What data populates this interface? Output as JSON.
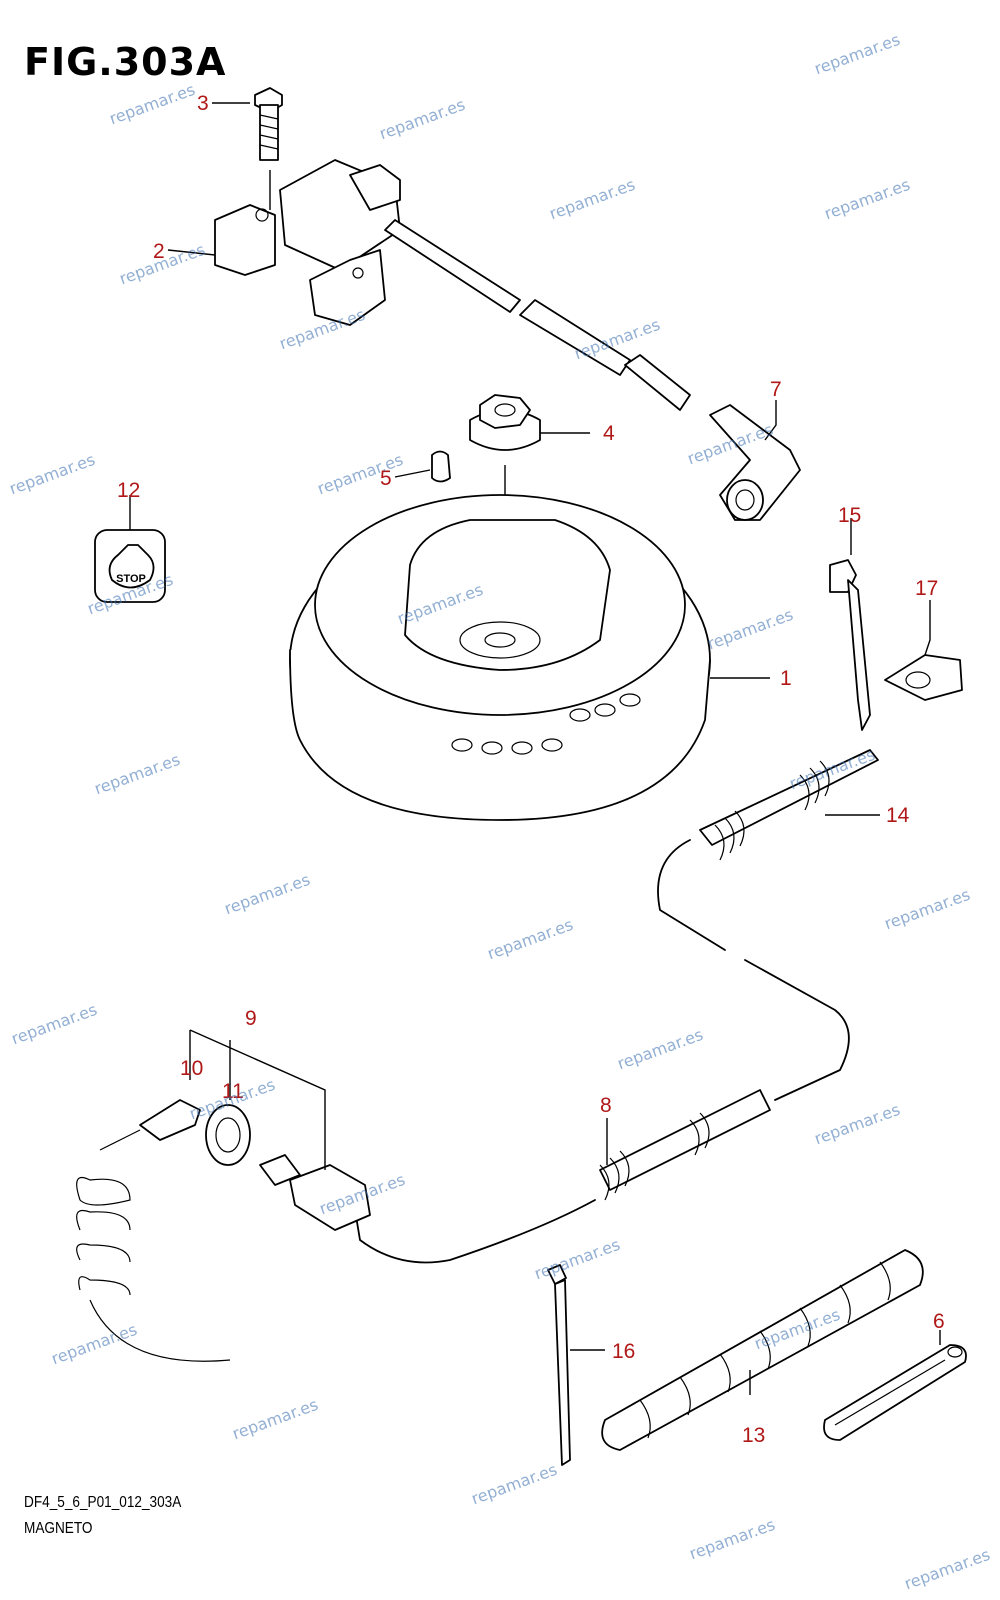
{
  "figure": {
    "title": "FIG.303A",
    "code": "DF4_5_6_P01_012_303A",
    "name": "MAGNETO"
  },
  "stop_label": "STOP",
  "watermark_text": "repamar.es",
  "callouts": [
    "1",
    "2",
    "3",
    "4",
    "5",
    "6",
    "7",
    "8",
    "9",
    "10",
    "11",
    "12",
    "13",
    "14",
    "15",
    "16",
    "17"
  ],
  "colors": {
    "callout": "#b01818",
    "watermark": "#3a6fb0"
  }
}
